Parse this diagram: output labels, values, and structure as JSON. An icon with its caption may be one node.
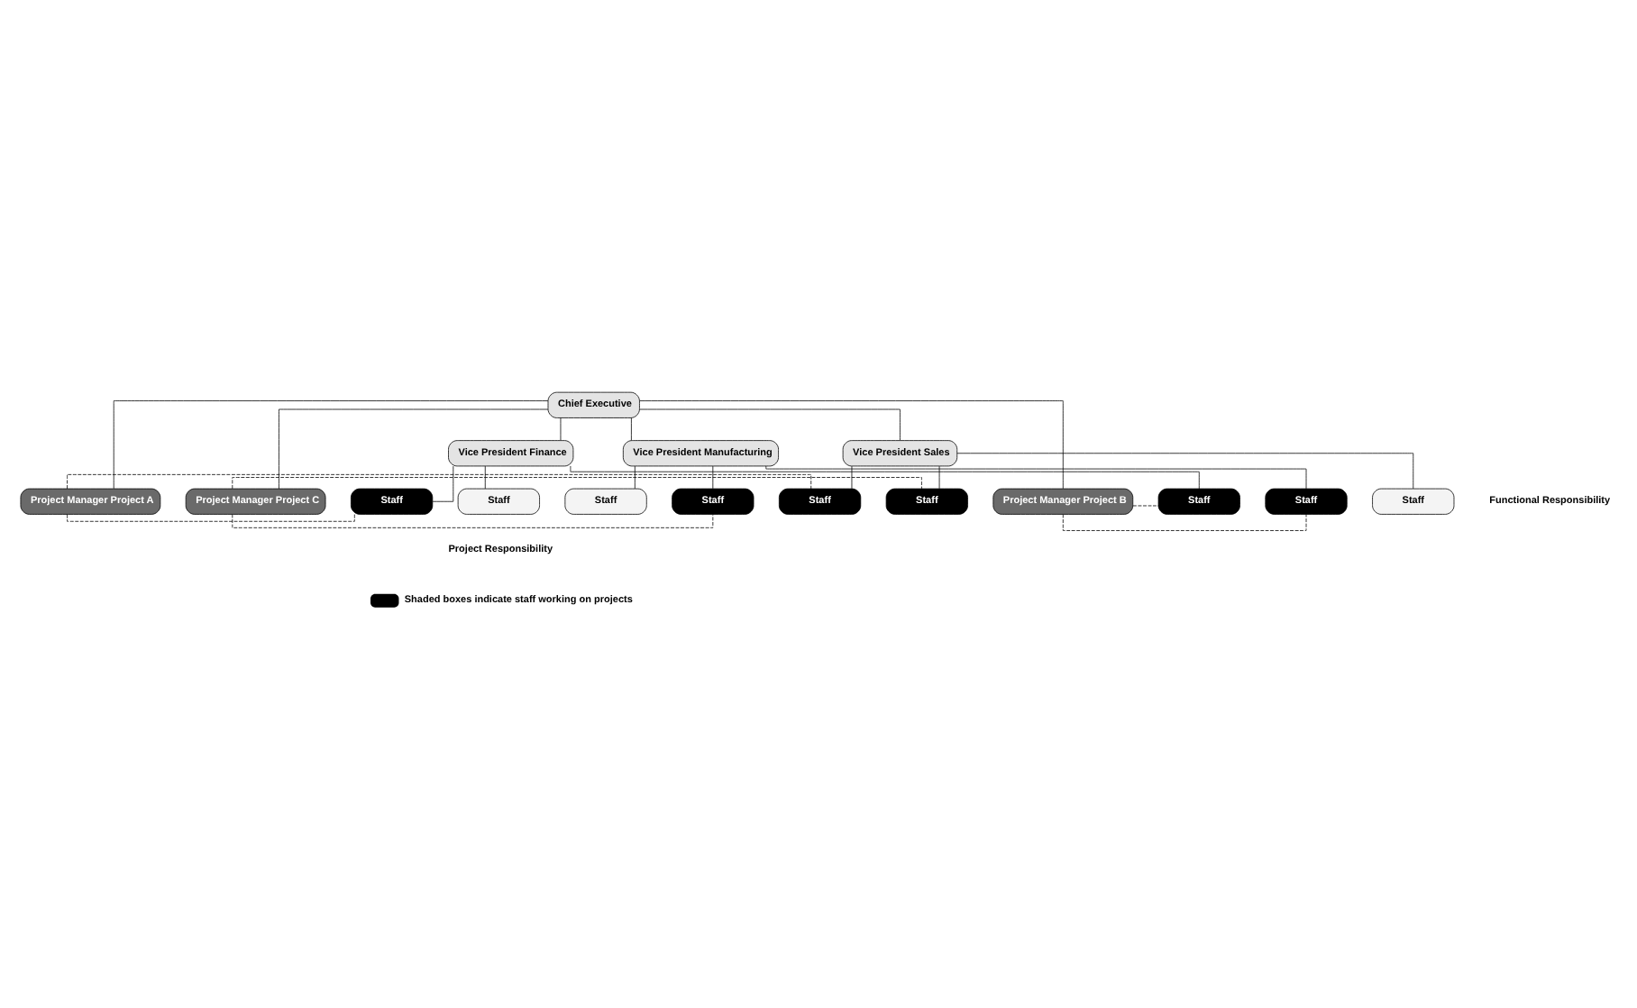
{
  "diagram": {
    "nodes": [
      {
        "text": [
          "Chief Executive"
        ]
      },
      {
        "text": [
          "Vice President Finance"
        ]
      },
      {
        "text": [
          "Vice President Manufacturing"
        ]
      },
      {
        "text": [
          "Vice President Sales"
        ]
      },
      {
        "text": [
          "Project Manager Project A"
        ]
      },
      {
        "text": [
          "Staff"
        ]
      },
      {
        "text": [
          "Staff"
        ]
      },
      {
        "text": [
          "Staff"
        ]
      },
      {
        "text": [
          "Project Manager Project B"
        ]
      },
      {
        "text": [
          "Staff"
        ]
      },
      {
        "text": [
          "Staff"
        ]
      },
      {
        "text": [
          "Staff"
        ]
      },
      {
        "text": [
          "Project Manager Project C"
        ]
      },
      {
        "text": [
          "Staff"
        ]
      },
      {
        "text": [
          "Staff"
        ]
      },
      {
        "text": [
          "Staff"
        ]
      }
    ],
    "edges": [
      {
        "from": 0,
        "to": 1,
        "arrow": "none"
      },
      {
        "from": 0,
        "to": 2,
        "arrow": "none"
      },
      {
        "from": 0,
        "to": 3,
        "arrow": "none"
      },
      {
        "from": 0,
        "to": 4,
        "arrow": "none"
      },
      {
        "from": 0,
        "to": 8,
        "arrow": "none"
      },
      {
        "from": 0,
        "to": 12,
        "arrow": "none"
      },
      {
        "from": 1,
        "to": 5,
        "arrow": "none"
      },
      {
        "from": 1,
        "to": 9,
        "arrow": "none"
      },
      {
        "from": 1,
        "to": 13,
        "arrow": "none"
      },
      {
        "from": 2,
        "to": 6,
        "arrow": "none"
      },
      {
        "from": 2,
        "to": 10,
        "arrow": "none"
      },
      {
        "from": 2,
        "to": 14,
        "arrow": "none"
      },
      {
        "from": 3,
        "to": 7,
        "arrow": "none"
      },
      {
        "from": 3,
        "to": 11,
        "arrow": "none"
      },
      {
        "from": 3,
        "to": 15,
        "arrow": "none"
      },
      {
        "from": 4,
        "to": 5,
        "arrow": "none",
        "style": "dashed"
      },
      {
        "from": 4,
        "to": 7,
        "arrow": "none",
        "style": "dashed"
      },
      {
        "from": 8,
        "to": 9,
        "arrow": "none",
        "style": "dashed"
      },
      {
        "from": 8,
        "to": 10,
        "arrow": "none",
        "style": "dashed"
      },
      {
        "from": 12,
        "to": 14,
        "arrow": "none",
        "style": "dashed"
      },
      {
        "from": 12,
        "to": 15,
        "arrow": "none",
        "style": "dashed"
      }
    ],
    "labels": [
      "Functional Responsibility",
      "Project Responsibility"
    ],
    "legend": [
      {
        "text": "Shaded boxes indicate staff working on projects",
        "color": "#000000"
      }
    ]
  }
}
